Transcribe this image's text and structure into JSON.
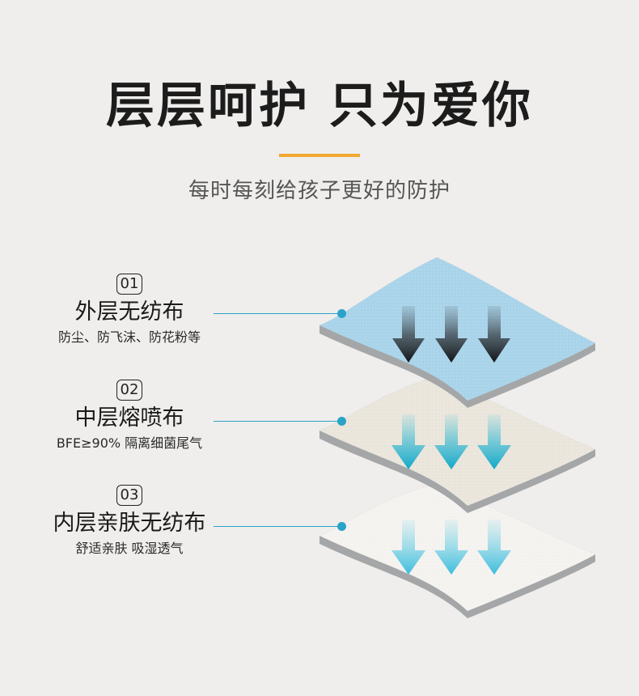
{
  "header": {
    "title": "层层呵护 只为爱你",
    "subtitle": "每时每刻给孩子更好的防护"
  },
  "colors": {
    "accent": "#f0a830",
    "connector": "#2aa3c8",
    "outer_layer": "#a9d4ea",
    "middle_layer": "#eae6dc",
    "inner_layer": "#f4f3f0",
    "layer_edge": "#a4a6a8"
  },
  "layers": [
    {
      "number": "01",
      "name": "外层无纺布",
      "desc": "防尘、防飞沫、防花粉等",
      "icon": "dark-down-arrow-icon"
    },
    {
      "number": "02",
      "name": "中层熔喷布",
      "desc": "BFE≥90% 隔离细菌尾气",
      "icon": "teal-down-arrow-icon"
    },
    {
      "number": "03",
      "name": "内层亲肤无纺布",
      "desc": "舒适亲肤 吸湿透气",
      "icon": "light-blue-down-arrow-icon"
    }
  ]
}
